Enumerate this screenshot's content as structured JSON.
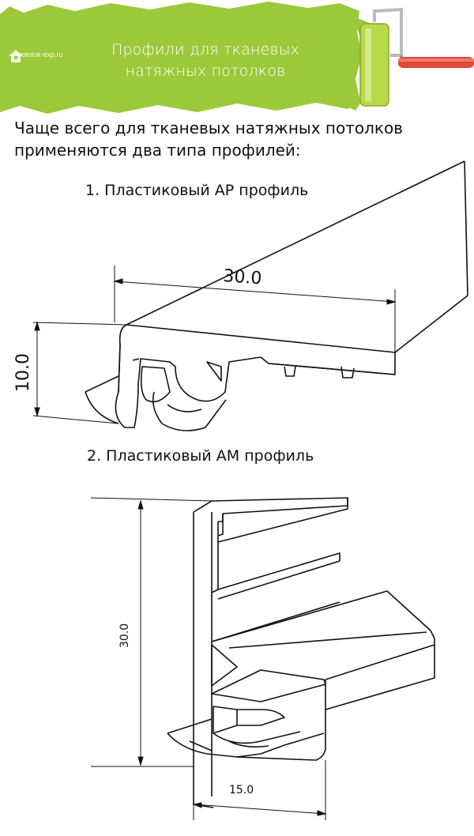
{
  "banner": {
    "logo_text": "potolok-exp.ru",
    "title_line1": "Профили для тканевых",
    "title_line2": "натяжных потолков",
    "colors": {
      "paint": "#9cc93a",
      "roller_handle": "#e04a3a",
      "text": "#ffffff"
    }
  },
  "intro": {
    "line1": "Чаще всего для тканевых натяжных потолков",
    "line2": "применяются два типа профилей:"
  },
  "profiles": [
    {
      "heading": "1. Пластиковый AP профиль",
      "dim_width": "30.0",
      "dim_height": "10.0"
    },
    {
      "heading": "2. Пластиковый AM профиль",
      "dim_height": "30.0",
      "dim_width": "15.0"
    }
  ]
}
